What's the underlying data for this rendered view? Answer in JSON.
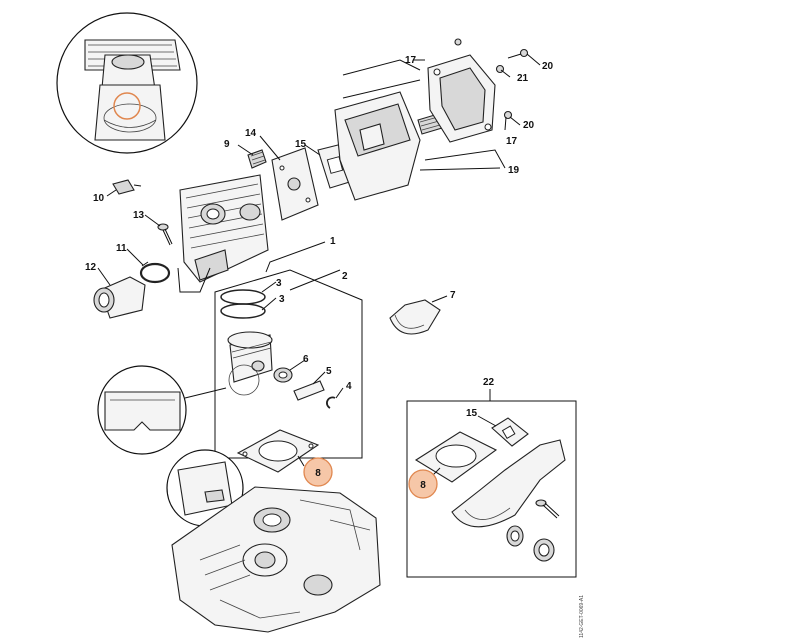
{
  "labels": {
    "p1": "1",
    "p2": "2",
    "p3a": "3",
    "p3b": "3",
    "p4": "4",
    "p5": "5",
    "p6": "6",
    "p7": "7",
    "p8a": "8",
    "p8b": "8",
    "p9": "9",
    "p10": "10",
    "p11": "11",
    "p12": "12",
    "p13": "13",
    "p14": "14",
    "p15a": "15",
    "p15b": "15",
    "p17a": "17",
    "p17b": "17",
    "p19": "19",
    "p20a": "20",
    "p20b": "20",
    "p21": "21",
    "p22": "22"
  },
  "drawing_code": "1142-GET-0069-A1",
  "highlight_color": "#f6c7a8",
  "highlight_stroke": "#e0874f"
}
